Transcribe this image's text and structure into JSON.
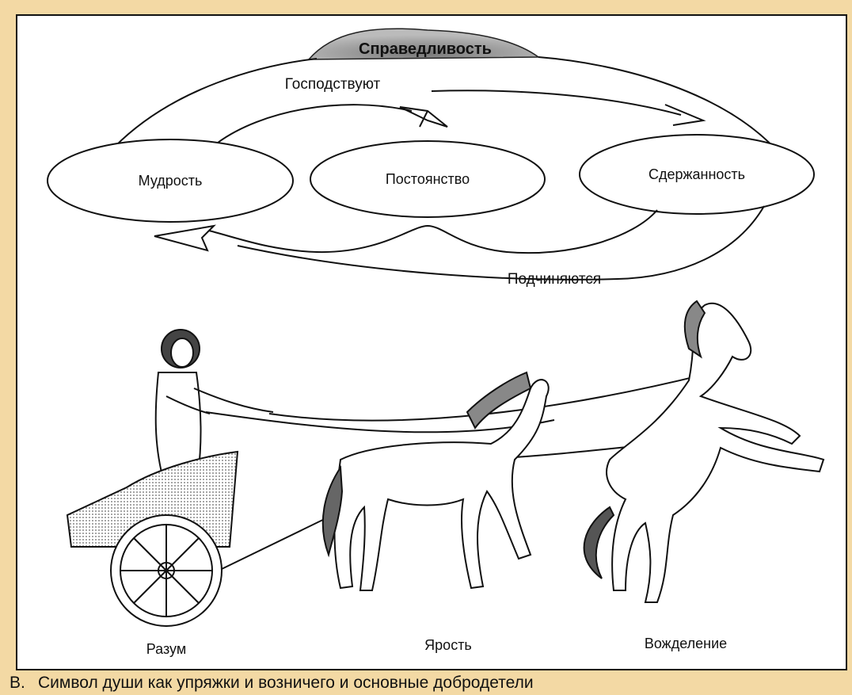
{
  "diagram": {
    "top_label": "Справедливость",
    "arrow_top_label": "Господствуют",
    "arrow_bottom_label": "Подчиняются",
    "virtues": [
      "Мудрость",
      "Постоянство",
      "Сдержанность"
    ],
    "soul_parts": [
      "Разум",
      "Ярость",
      "Вожделение"
    ]
  },
  "caption": {
    "letter": "B.",
    "text": "Символ души как упряжки и возничего и основные добродетели"
  }
}
